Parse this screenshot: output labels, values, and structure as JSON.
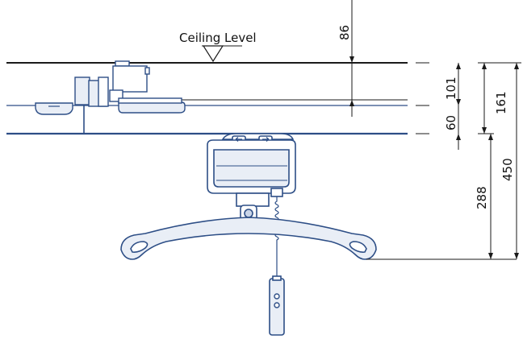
{
  "diagram": {
    "ceiling_label": "Ceiling Level",
    "dimensions": {
      "d86": "86",
      "d101": "101",
      "d60": "60",
      "d161": "161",
      "d288": "288",
      "d450": "450"
    }
  },
  "colors": {
    "line_dark": "#1a1a1a",
    "rail_blue": "#2d4e86",
    "fill_light": "#e9eef6",
    "fill_mid": "#c9d5e8"
  }
}
